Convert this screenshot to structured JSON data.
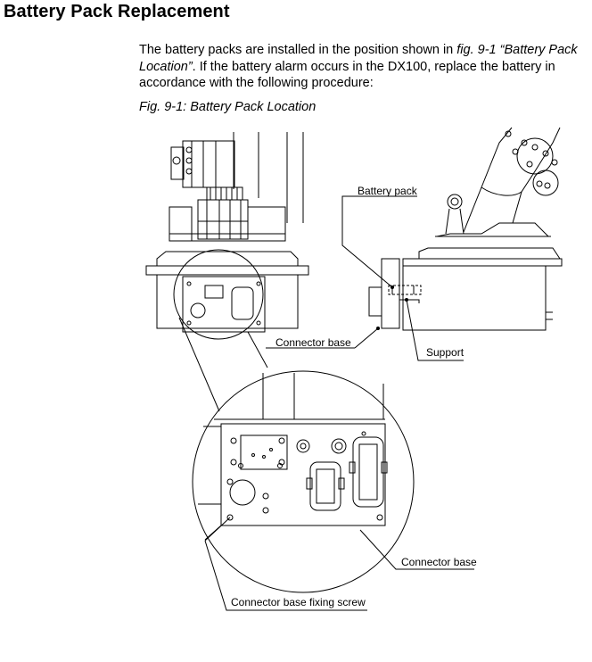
{
  "header": {
    "title": "Battery Pack Replacement"
  },
  "intro": {
    "text_1": "The battery packs are installed in the position shown in ",
    "ref": "fig. 9-1",
    "text_2": " “Battery Pack Location”",
    "text_3": ".  If the battery alarm occurs in the DX100, replace the battery in accordance with the following procedure:"
  },
  "figure": {
    "caption": "Fig. 9-1: Battery Pack Location",
    "labels": {
      "battery_pack": "Battery pack",
      "connector_base_top": "Connector base",
      "support": "Support",
      "connector_base_bottom": "Connector base",
      "fixing_screw": "Connector base fixing screw"
    }
  }
}
